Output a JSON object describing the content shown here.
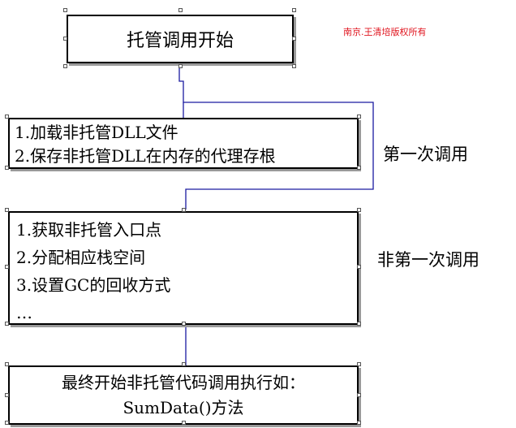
{
  "start_box": {
    "text": "托管调用开始"
  },
  "first_call_box": {
    "lines": [
      "1.加载非托管DLL文件",
      "2.保存非托管DLL在内存的代理存根"
    ]
  },
  "first_call_label": "第一次调用",
  "subsequent_call_box": {
    "lines": [
      "1.获取非托管入口点",
      "2.分配相应栈空间",
      "3.设置GC的回收方式",
      "…"
    ]
  },
  "subsequent_call_label": "非第一次调用",
  "final_box": {
    "lines": [
      "最终开始非托管代码调用执行如：",
      "SumData()方法"
    ]
  },
  "watermark": "南京.王清培版权所有",
  "colors": {
    "connector": "#1a1aa0",
    "border": "#000000",
    "shadow": "#9a9a9a",
    "watermark": "#e0141e"
  }
}
